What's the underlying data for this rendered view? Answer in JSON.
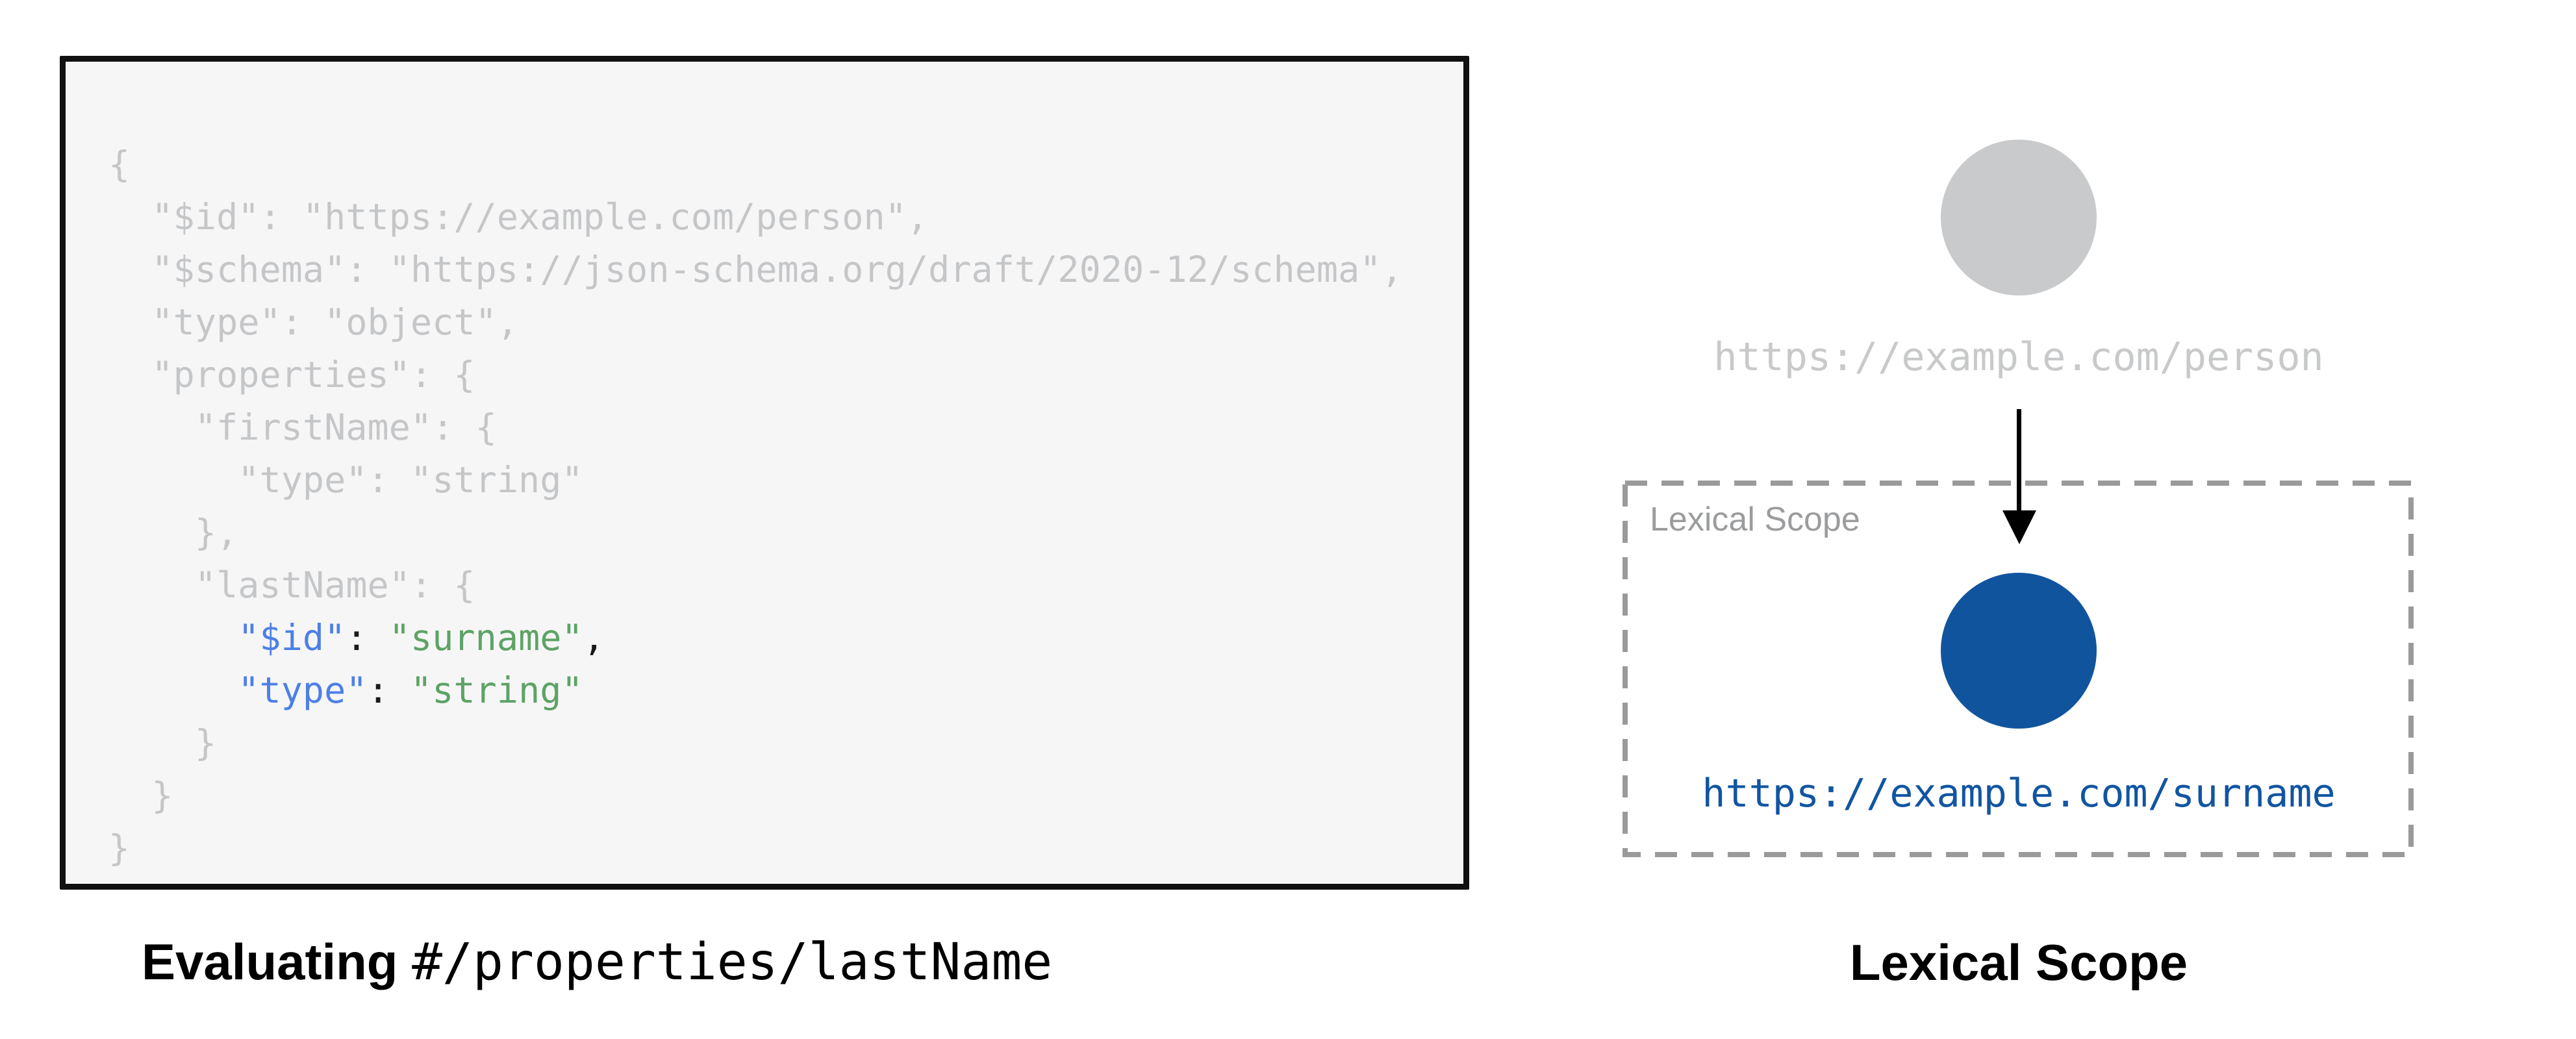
{
  "colors": {
    "code_dim": "#c5c6c8",
    "code_key_blue": "#4d80e6",
    "code_value_green": "#5da365",
    "code_punct_black": "#1a1a1b",
    "panel_bg": "#f6f6f7",
    "panel_border": "#111111",
    "parent_circle_gray": "#c9cacb",
    "child_circle_blue": "#11549e",
    "parent_uri_gray": "#c8c9ca",
    "child_uri_blue": "#1155a2",
    "scope_box_dash_gray": "#9a9a9a",
    "scope_label_gray": "#9b9c9e",
    "arrow_black": "#000000"
  },
  "left_panel": {
    "caption": {
      "bold": "Evaluating",
      "mono": "#/properties/lastName"
    },
    "code_lines": [
      {
        "segs": [
          {
            "t": "{",
            "k": "dim"
          }
        ]
      },
      {
        "segs": [
          {
            "t": "  \"$id\": \"https://example.com/person\",",
            "k": "dim"
          }
        ]
      },
      {
        "segs": [
          {
            "t": "  \"$schema\": \"https://json-schema.org/draft/2020-12/schema\",",
            "k": "dim"
          }
        ]
      },
      {
        "segs": [
          {
            "t": "  \"type\": \"object\",",
            "k": "dim"
          }
        ]
      },
      {
        "segs": [
          {
            "t": "  \"properties\": {",
            "k": "dim"
          }
        ]
      },
      {
        "segs": [
          {
            "t": "    \"firstName\": {",
            "k": "dim"
          }
        ]
      },
      {
        "segs": [
          {
            "t": "      \"type\": \"string\"",
            "k": "dim"
          }
        ]
      },
      {
        "segs": [
          {
            "t": "    },",
            "k": "dim"
          }
        ]
      },
      {
        "segs": [
          {
            "t": "    \"lastName\": {",
            "k": "dim"
          }
        ]
      },
      {
        "segs": [
          {
            "t": "      ",
            "k": "dim"
          },
          {
            "t": "\"$id\"",
            "k": "key"
          },
          {
            "t": ":",
            "k": "punct"
          },
          {
            "t": " ",
            "k": "dim"
          },
          {
            "t": "\"surname\"",
            "k": "val"
          },
          {
            "t": ",",
            "k": "punct"
          }
        ]
      },
      {
        "segs": [
          {
            "t": "      ",
            "k": "dim"
          },
          {
            "t": "\"type\"",
            "k": "key"
          },
          {
            "t": ":",
            "k": "punct"
          },
          {
            "t": " ",
            "k": "dim"
          },
          {
            "t": "\"string\"",
            "k": "val"
          }
        ]
      },
      {
        "segs": [
          {
            "t": "    }",
            "k": "dim"
          }
        ]
      },
      {
        "segs": [
          {
            "t": "  }",
            "k": "dim"
          }
        ]
      },
      {
        "segs": [
          {
            "t": "}",
            "k": "dim"
          }
        ]
      }
    ]
  },
  "right_panel": {
    "parent_node": {
      "uri": "https://example.com/person"
    },
    "scope_box": {
      "label": "Lexical Scope"
    },
    "child_node": {
      "uri": "https://example.com/surname"
    },
    "caption": "Lexical Scope"
  }
}
